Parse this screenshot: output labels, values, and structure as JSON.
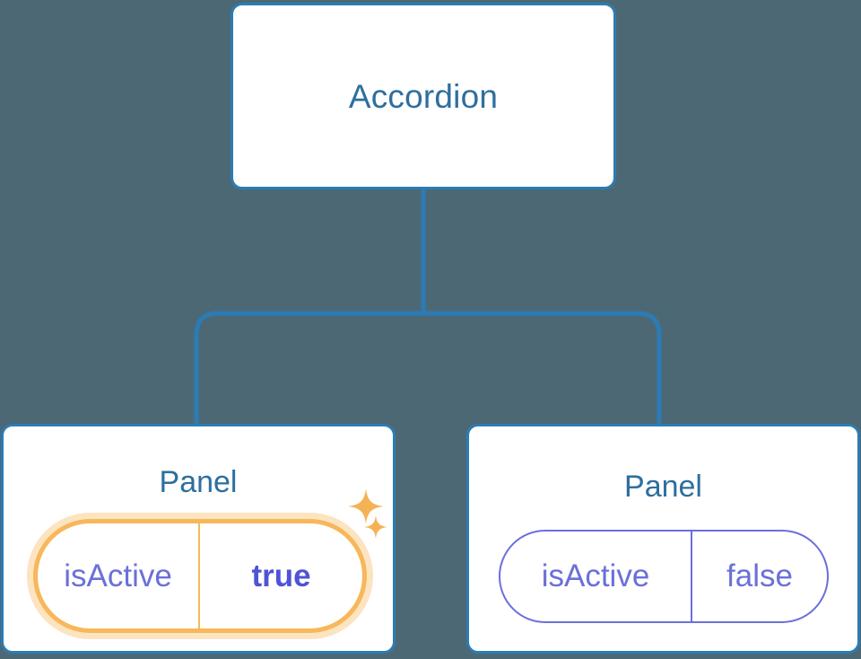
{
  "diagram": {
    "type": "component-tree",
    "background_color": "#4d6875",
    "edge_color": "#2b7cb5",
    "root": {
      "label": "Accordion",
      "title_color": "#2d6f9e",
      "border_color": "#2b7cb5"
    },
    "panels": [
      {
        "label": "Panel",
        "highlighted": true,
        "prop": {
          "key": "isActive",
          "value": "true",
          "value_bold": true,
          "key_color": "#6b70d8",
          "value_color": "#4f53d4",
          "pill_border_color": "#f7b75b",
          "pill_glow_color": "rgba(247,183,91,0.38)"
        },
        "sparkles": [
          {
            "name": "sparkle-large-icon",
            "color": "#f5b254"
          },
          {
            "name": "sparkle-small-icon",
            "color": "#f5b254"
          }
        ]
      },
      {
        "label": "Panel",
        "highlighted": false,
        "prop": {
          "key": "isActive",
          "value": "false",
          "value_bold": false,
          "key_color": "#6b70d8",
          "value_color": "#6b70d8",
          "pill_border_color": "#6b70d8"
        }
      }
    ]
  }
}
